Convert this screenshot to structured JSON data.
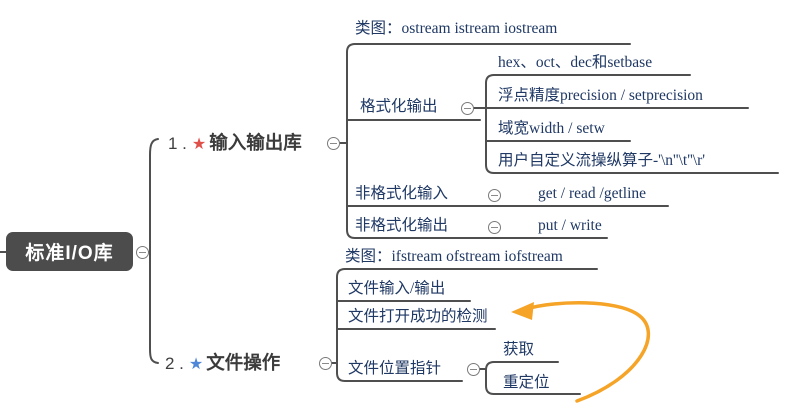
{
  "root_node": {
    "label": "标准I/O库"
  },
  "branches": {
    "io": {
      "number": "1 .",
      "star": "★",
      "label": "输入输出库"
    },
    "file": {
      "number": "2 .",
      "star": "★",
      "label": "文件操作"
    }
  },
  "io_children": {
    "class_diagram": "类图：ostream istream iostream",
    "formatted_output": "格式化输出",
    "formatted_output_children": {
      "bases": "hex、oct、dec和setbase",
      "precision": "浮点精度precision / setprecision",
      "width": "域宽width / setw",
      "custom_manipulator": "用户自定义流操纵算子-'\\n''\\t''\\r'"
    },
    "unformatted_input": "非格式化输入",
    "unformatted_input_child": "get / read /getline",
    "unformatted_output": "非格式化输出",
    "unformatted_output_child": "put / write"
  },
  "file_children": {
    "class_diagram": "类图：ifstream ofstream iofstream",
    "file_io": "文件输入/输出",
    "open_check": "文件打开成功的检测",
    "position_pointer": "文件位置指针",
    "pointer_children": {
      "get": "获取",
      "relocate": "重定位"
    }
  },
  "icons": {
    "red_star": "red-star-icon",
    "blue_star": "blue-star-icon",
    "collapse_toggle": "minus-circle",
    "annotation_arrow": "curved-left-arrow"
  },
  "colors": {
    "root_bg": "#4c4c4c",
    "root_text": "#ffffff",
    "node_text": "#1f3864",
    "branch_text": "#3b3b3b",
    "line": "#4f4f4f",
    "red_star": "#e0504a",
    "blue_star": "#4e86d8",
    "arrow": "#f5a428"
  }
}
